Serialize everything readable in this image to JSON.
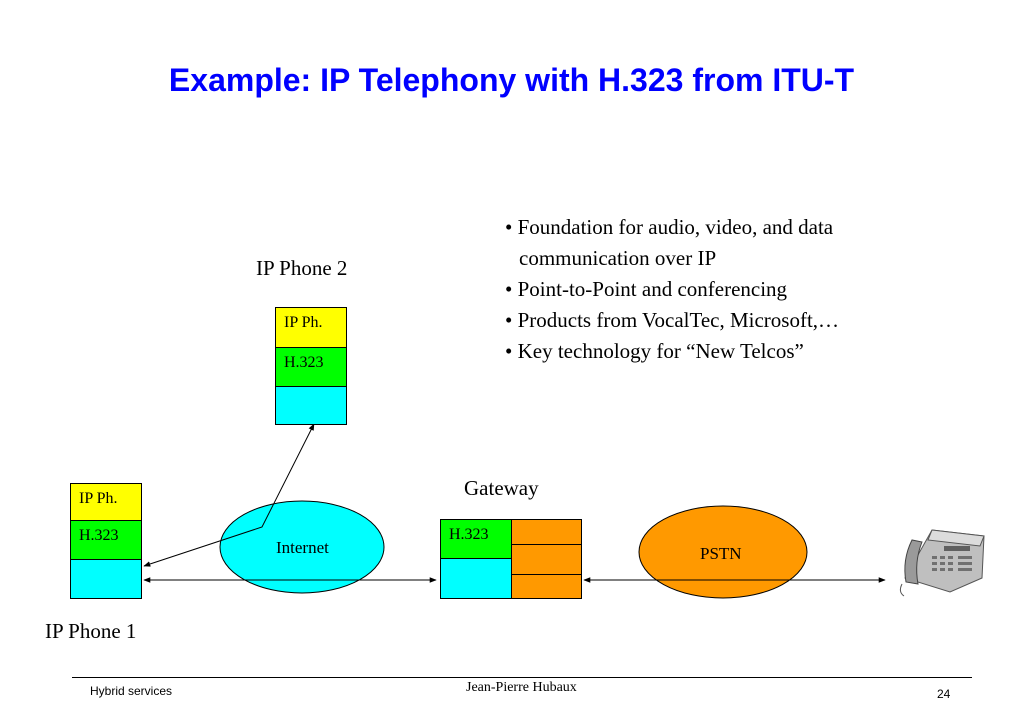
{
  "title": "Example: IP Telephony with H.323 from ITU-T",
  "bullets": [
    "• Foundation for audio, video, and data",
    "communication over IP",
    "• Point-to-Point and conferencing",
    "• Products from VocalTec, Microsoft,…",
    "• Key technology for “New Telcos”"
  ],
  "diagram": {
    "ip_phone_2_label": "IP Phone 2",
    "ip_phone_1_label": "IP Phone 1",
    "gateway_label": "Gateway",
    "stack_top": "IP Ph.",
    "stack_mid": "H.323",
    "internet": "Internet",
    "pstn": "PSTN"
  },
  "colors": {
    "title": "#0000ff",
    "ip_ph": "#ffff00",
    "h323": "#00ff00",
    "net": "#00ffff",
    "pstn": "#ff9900"
  },
  "footer": {
    "left": "Hybrid services",
    "center": "Jean-Pierre Hubaux",
    "page": "24"
  }
}
